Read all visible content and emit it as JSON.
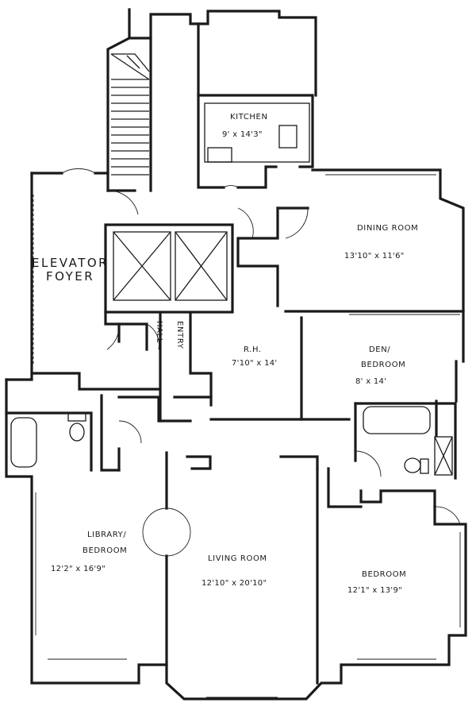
{
  "rooms": {
    "kitchen": {
      "name": "KITCHEN",
      "size": "9' x 14'3\""
    },
    "dining": {
      "name": "DINING ROOM",
      "size": "13'10\" x 11'6\""
    },
    "elevator_foyer": {
      "line1": "ELEVATOR",
      "line2": "FOYER"
    },
    "hall": {
      "name": "HALL"
    },
    "entry": {
      "name": "ENTRY"
    },
    "rh": {
      "name": "R.H.",
      "size": "7'10\" x 14'"
    },
    "den": {
      "line1": "DEN/",
      "line2": "BEDROOM",
      "size": "8' x 14'"
    },
    "library": {
      "line1": "LIBRARY/",
      "line2": "BEDROOM",
      "size": "12'2\" x 16'9\""
    },
    "living": {
      "name": "LIVING ROOM",
      "size": "12'10\" x 20'10\""
    },
    "bedroom": {
      "name": "BEDROOM",
      "size": "12'1\" x 13'9\""
    }
  }
}
